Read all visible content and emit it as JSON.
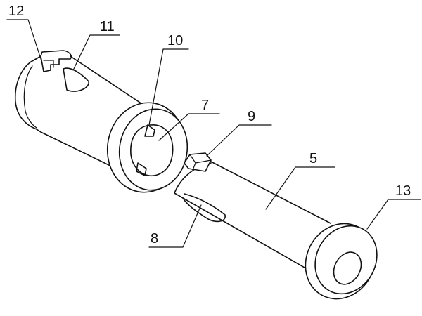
{
  "labels": {
    "l12": "12",
    "l11": "11",
    "l10": "10",
    "l7": "7",
    "l9": "9",
    "l5": "5",
    "l13": "13",
    "l8": "8"
  },
  "colors": {
    "line": "#111111",
    "background": "#ffffff"
  }
}
